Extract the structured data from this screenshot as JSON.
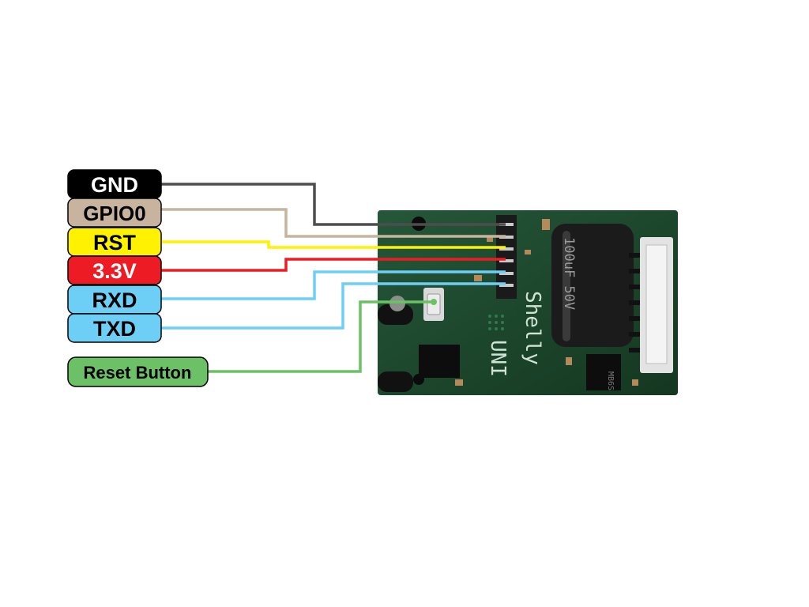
{
  "pins": [
    {
      "id": "gnd",
      "label": "GND",
      "fill": "#000000",
      "text_color": "#ffffff",
      "wire_color": "#4d4d4d"
    },
    {
      "id": "gpio0",
      "label": "GPIO0",
      "fill": "#c8b49e",
      "text_color": "#000000",
      "wire_color": "#c8b49e"
    },
    {
      "id": "rst",
      "label": "RST",
      "fill": "#fff200",
      "text_color": "#000000",
      "wire_color": "#fff200"
    },
    {
      "id": "v33",
      "label": "3.3V",
      "fill": "#ed1c24",
      "text_color": "#ffffff",
      "wire_color": "#ed1c24"
    },
    {
      "id": "rxd",
      "label": "RXD",
      "fill": "#6dcff6",
      "text_color": "#000000",
      "wire_color": "#6dcff6"
    },
    {
      "id": "txd",
      "label": "TXD",
      "fill": "#6dcff6",
      "text_color": "#000000",
      "wire_color": "#6dcff6"
    },
    {
      "id": "reset",
      "label": "Reset Button",
      "fill": "#6cc066",
      "text_color": "#000000",
      "wire_color": "#6cc066"
    }
  ],
  "board": {
    "brand": "Shelly",
    "model": "UNI",
    "capacitor": "100uF 50V",
    "chip": "MB6S",
    "colors": {
      "pcb": "#1e4a2e",
      "header": "#1a1a1a",
      "capacitor": "#1b1b1b"
    }
  }
}
